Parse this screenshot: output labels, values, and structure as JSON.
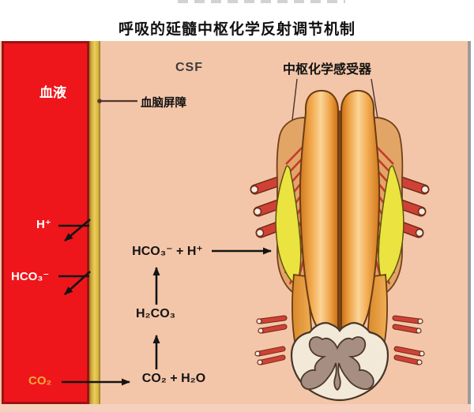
{
  "title": "呼吸的延髓中枢化学反射调节机制",
  "diagram": {
    "blood": {
      "label": "血液",
      "h_ion": "H⁺",
      "hco3_ion": "HCO₃⁻",
      "co2": "CO₂"
    },
    "barrier": {
      "label": "血脑屏障"
    },
    "csf": {
      "label": "CSF"
    },
    "chemoreceptor": {
      "label": "中枢化学感受器"
    },
    "reactions": {
      "step1": "CO₂ + H₂O",
      "step2": "H₂CO₃",
      "step3": "HCO₃⁻ + H⁺"
    },
    "colors": {
      "blood_red": "#ee161b",
      "blood_border": "#a01113",
      "barrier_yellow": "#eecd5a",
      "csf_peach": "#f4c6a9",
      "co2_label": "#f5a93a",
      "chemoreceptor_yellow": "#ebe33f",
      "medulla_orange": "#f2a94e",
      "shoulder_tan": "#e2a566",
      "nerve_red": "#cf4136",
      "cord_cream": "#f2e9d8",
      "gray_matter": "#a78e82"
    }
  }
}
